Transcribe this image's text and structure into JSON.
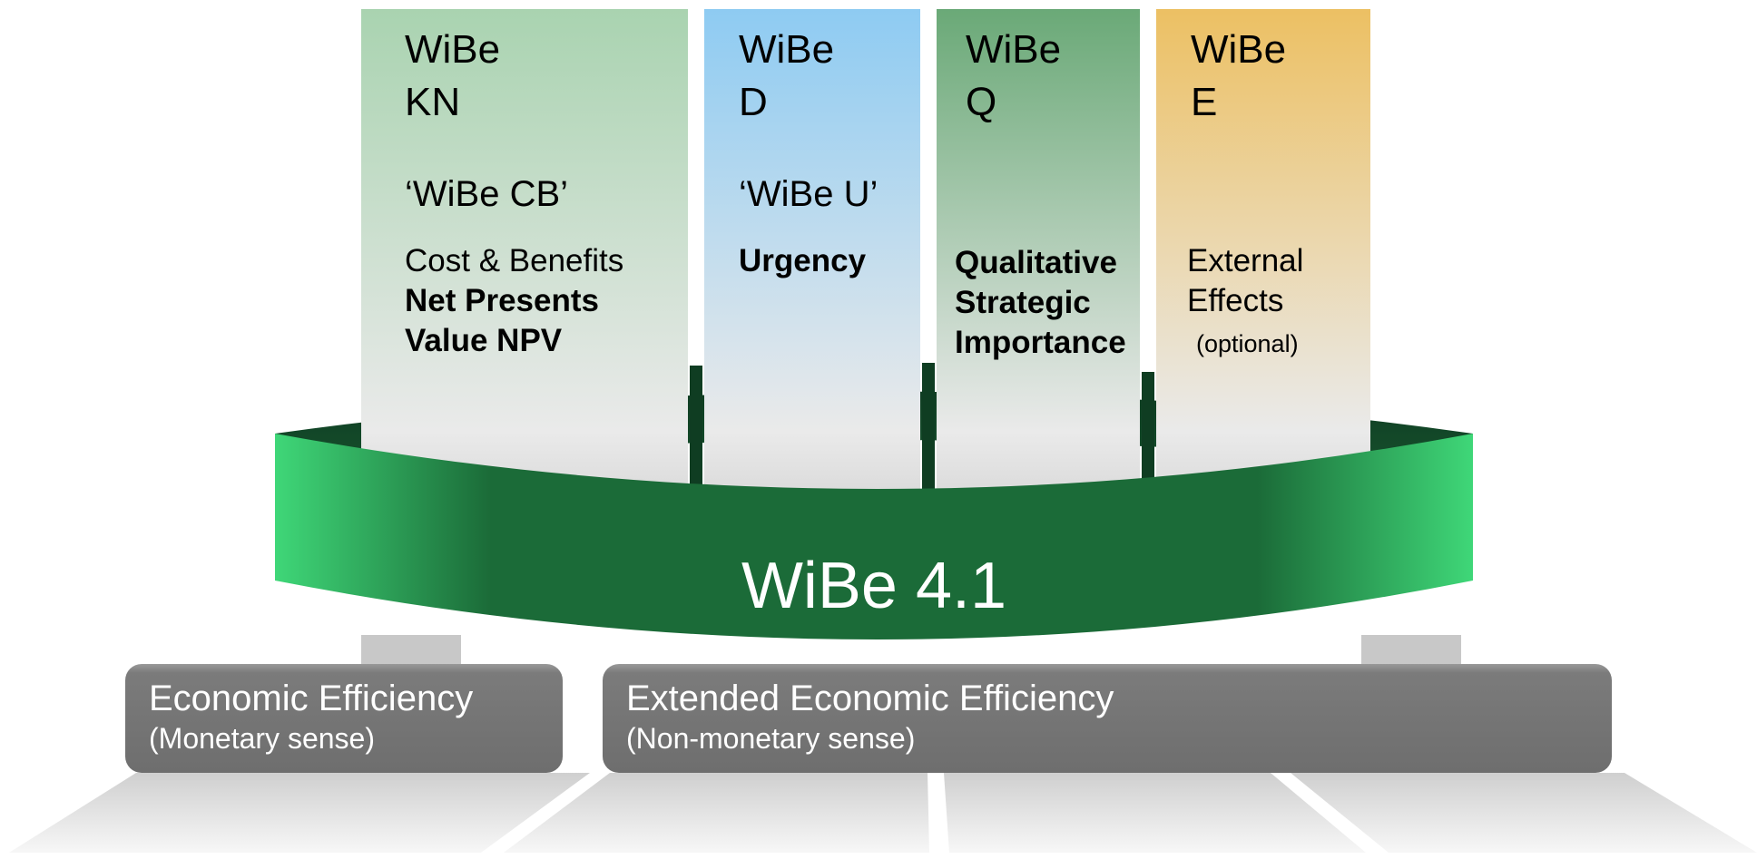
{
  "pillars": [
    {
      "title_line1": "WiBe",
      "title_line2": "KN",
      "alias": "‘WiBe CB’",
      "text_lines": [
        {
          "text": "Cost & Benefits",
          "bold": false
        },
        {
          "text": "Net Presents",
          "bold": true
        },
        {
          "text": "Value NPV",
          "bold": true
        }
      ],
      "color": "#a9d3b0"
    },
    {
      "title_line1": "WiBe",
      "title_line2": "D",
      "alias": "‘WiBe U’",
      "text_lines": [
        {
          "text": "Urgency",
          "bold": true
        }
      ],
      "color": "#8ecbf2"
    },
    {
      "title_line1": "WiBe",
      "title_line2": "Q",
      "alias": "",
      "text_lines": [
        {
          "text": "Qualitative",
          "bold": true
        },
        {
          "text": "Strategic",
          "bold": true
        },
        {
          "text": "Importance",
          "bold": true
        }
      ],
      "color": "#6aa977"
    },
    {
      "title_line1": "WiBe",
      "title_line2": "E",
      "alias": "",
      "text_lines": [
        {
          "text": "External",
          "bold": false
        },
        {
          "text": "Effects",
          "bold": false
        }
      ],
      "note": "(optional)",
      "color": "#ecc063"
    }
  ],
  "ring": {
    "label": "WiBe 4.1",
    "color": "#1b6b38",
    "edge_color": "#3fd778"
  },
  "bases": [
    {
      "line1": "Economic Efficiency",
      "line2": "(Monetary sense)"
    },
    {
      "line1": "Extended Economic Efficiency",
      "line2": "(Non-monetary sense)"
    }
  ]
}
